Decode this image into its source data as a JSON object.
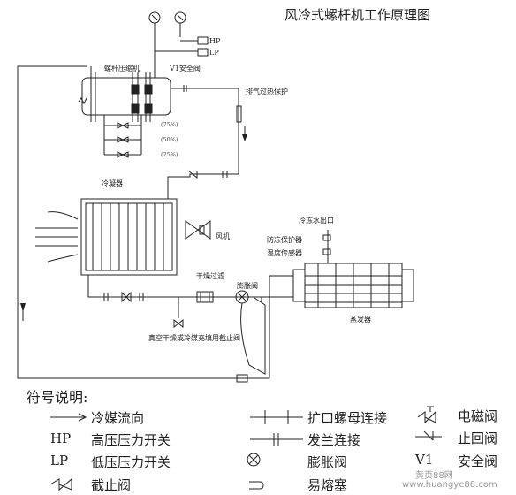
{
  "title": "风冷式螺杆机工作原理图",
  "labels": {
    "compressor": "螺杆压缩机",
    "v1": "V1安全阀",
    "exhaust_protect": "排气过热保护",
    "pct75": "(75%)",
    "pct50": "(50%)",
    "pct25": "(25%)",
    "condenser": "冷凝器",
    "fan": "风机",
    "water_out": "冷冻水出口",
    "antifreeze": "防冻保护器",
    "temp_sensor": "温度传感器",
    "dryer_filter": "干燥过滤",
    "expansion": "膨胀阀",
    "evaporator": "蒸发器",
    "vacuum_note": "真空干燥或冷媒充填用截止阀",
    "hp_box": "HP",
    "lp_box": "LP"
  },
  "legend": {
    "heading": "符号说明:",
    "items": [
      {
        "symbol": "",
        "icon": "arrow-icon",
        "text": "冷媒流向"
      },
      {
        "symbol": "HP",
        "icon": "",
        "text": "高压压力开关"
      },
      {
        "symbol": "LP",
        "icon": "",
        "text": "低压压力开关"
      },
      {
        "symbol": "",
        "icon": "stop-valve-icon",
        "text": "截止阀"
      },
      {
        "symbol": "",
        "icon": "flare-nut-icon",
        "text": "扩口螺母连接"
      },
      {
        "symbol": "",
        "icon": "flange-icon",
        "text": "发兰连接"
      },
      {
        "symbol": "",
        "icon": "expansion-valve-icon",
        "text": "膨胀阀"
      },
      {
        "symbol": "",
        "icon": "fusible-plug-icon",
        "text": "易熔塞"
      },
      {
        "symbol": "",
        "icon": "solenoid-valve-icon",
        "text": "电磁阀"
      },
      {
        "symbol": "",
        "icon": "check-valve-icon",
        "text": "止回阀"
      },
      {
        "symbol": "V1",
        "icon": "",
        "text": "安全阀"
      }
    ]
  },
  "watermark": {
    "line1": "黄页88网",
    "line2": "www.huangye88.com"
  }
}
